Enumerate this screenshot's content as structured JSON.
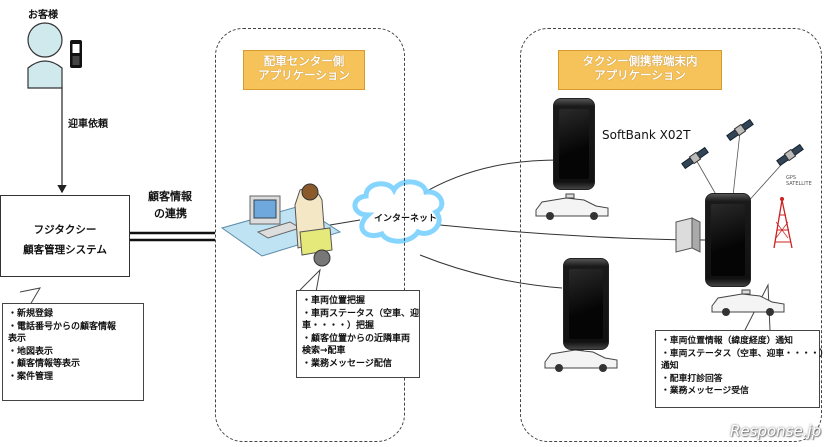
{
  "customer": {
    "label": "お客様",
    "request": "迎車依頼"
  },
  "system_box": {
    "line1": "フジタクシー",
    "line2": "顧客管理システム"
  },
  "link_label": {
    "line1": "顧客情報",
    "line2": "の連携"
  },
  "system_features": [
    "・新規登録",
    "・電話番号からの顧客情報",
    "表示",
    "・地図表示",
    "・顧客情報等表示",
    "・案件管理"
  ],
  "dispatch_panel": {
    "title_line1": "配車センター側",
    "title_line2": "アプリケーション",
    "features": [
      "・車両位置把握",
      "・車両ステータス（空車、迎",
      "車・・・・）把握",
      "・顧客位置からの近隣車両",
      "検索→配車",
      "・業務メッセージ配信"
    ]
  },
  "internet_label": "インターネット",
  "taxi_panel": {
    "title_line1": "タクシー側携帯端末内",
    "title_line2": "アプリケーション",
    "device_label": "SoftBank X02T",
    "gps_label_line1": "GPS",
    "gps_label_line2": "SATELLITE",
    "features": [
      "・車両位置情報（緯度経度）通知",
      "・車両ステータス（空車、迎車・・・・）",
      "通知",
      "・配車打診回答",
      "・業務メッセージ受信"
    ]
  },
  "watermark": "Response.jp",
  "colors": {
    "title_tag": "#f6c35b",
    "person_fill": "#cfe9ec",
    "cloud_fill": "#ffffff"
  }
}
